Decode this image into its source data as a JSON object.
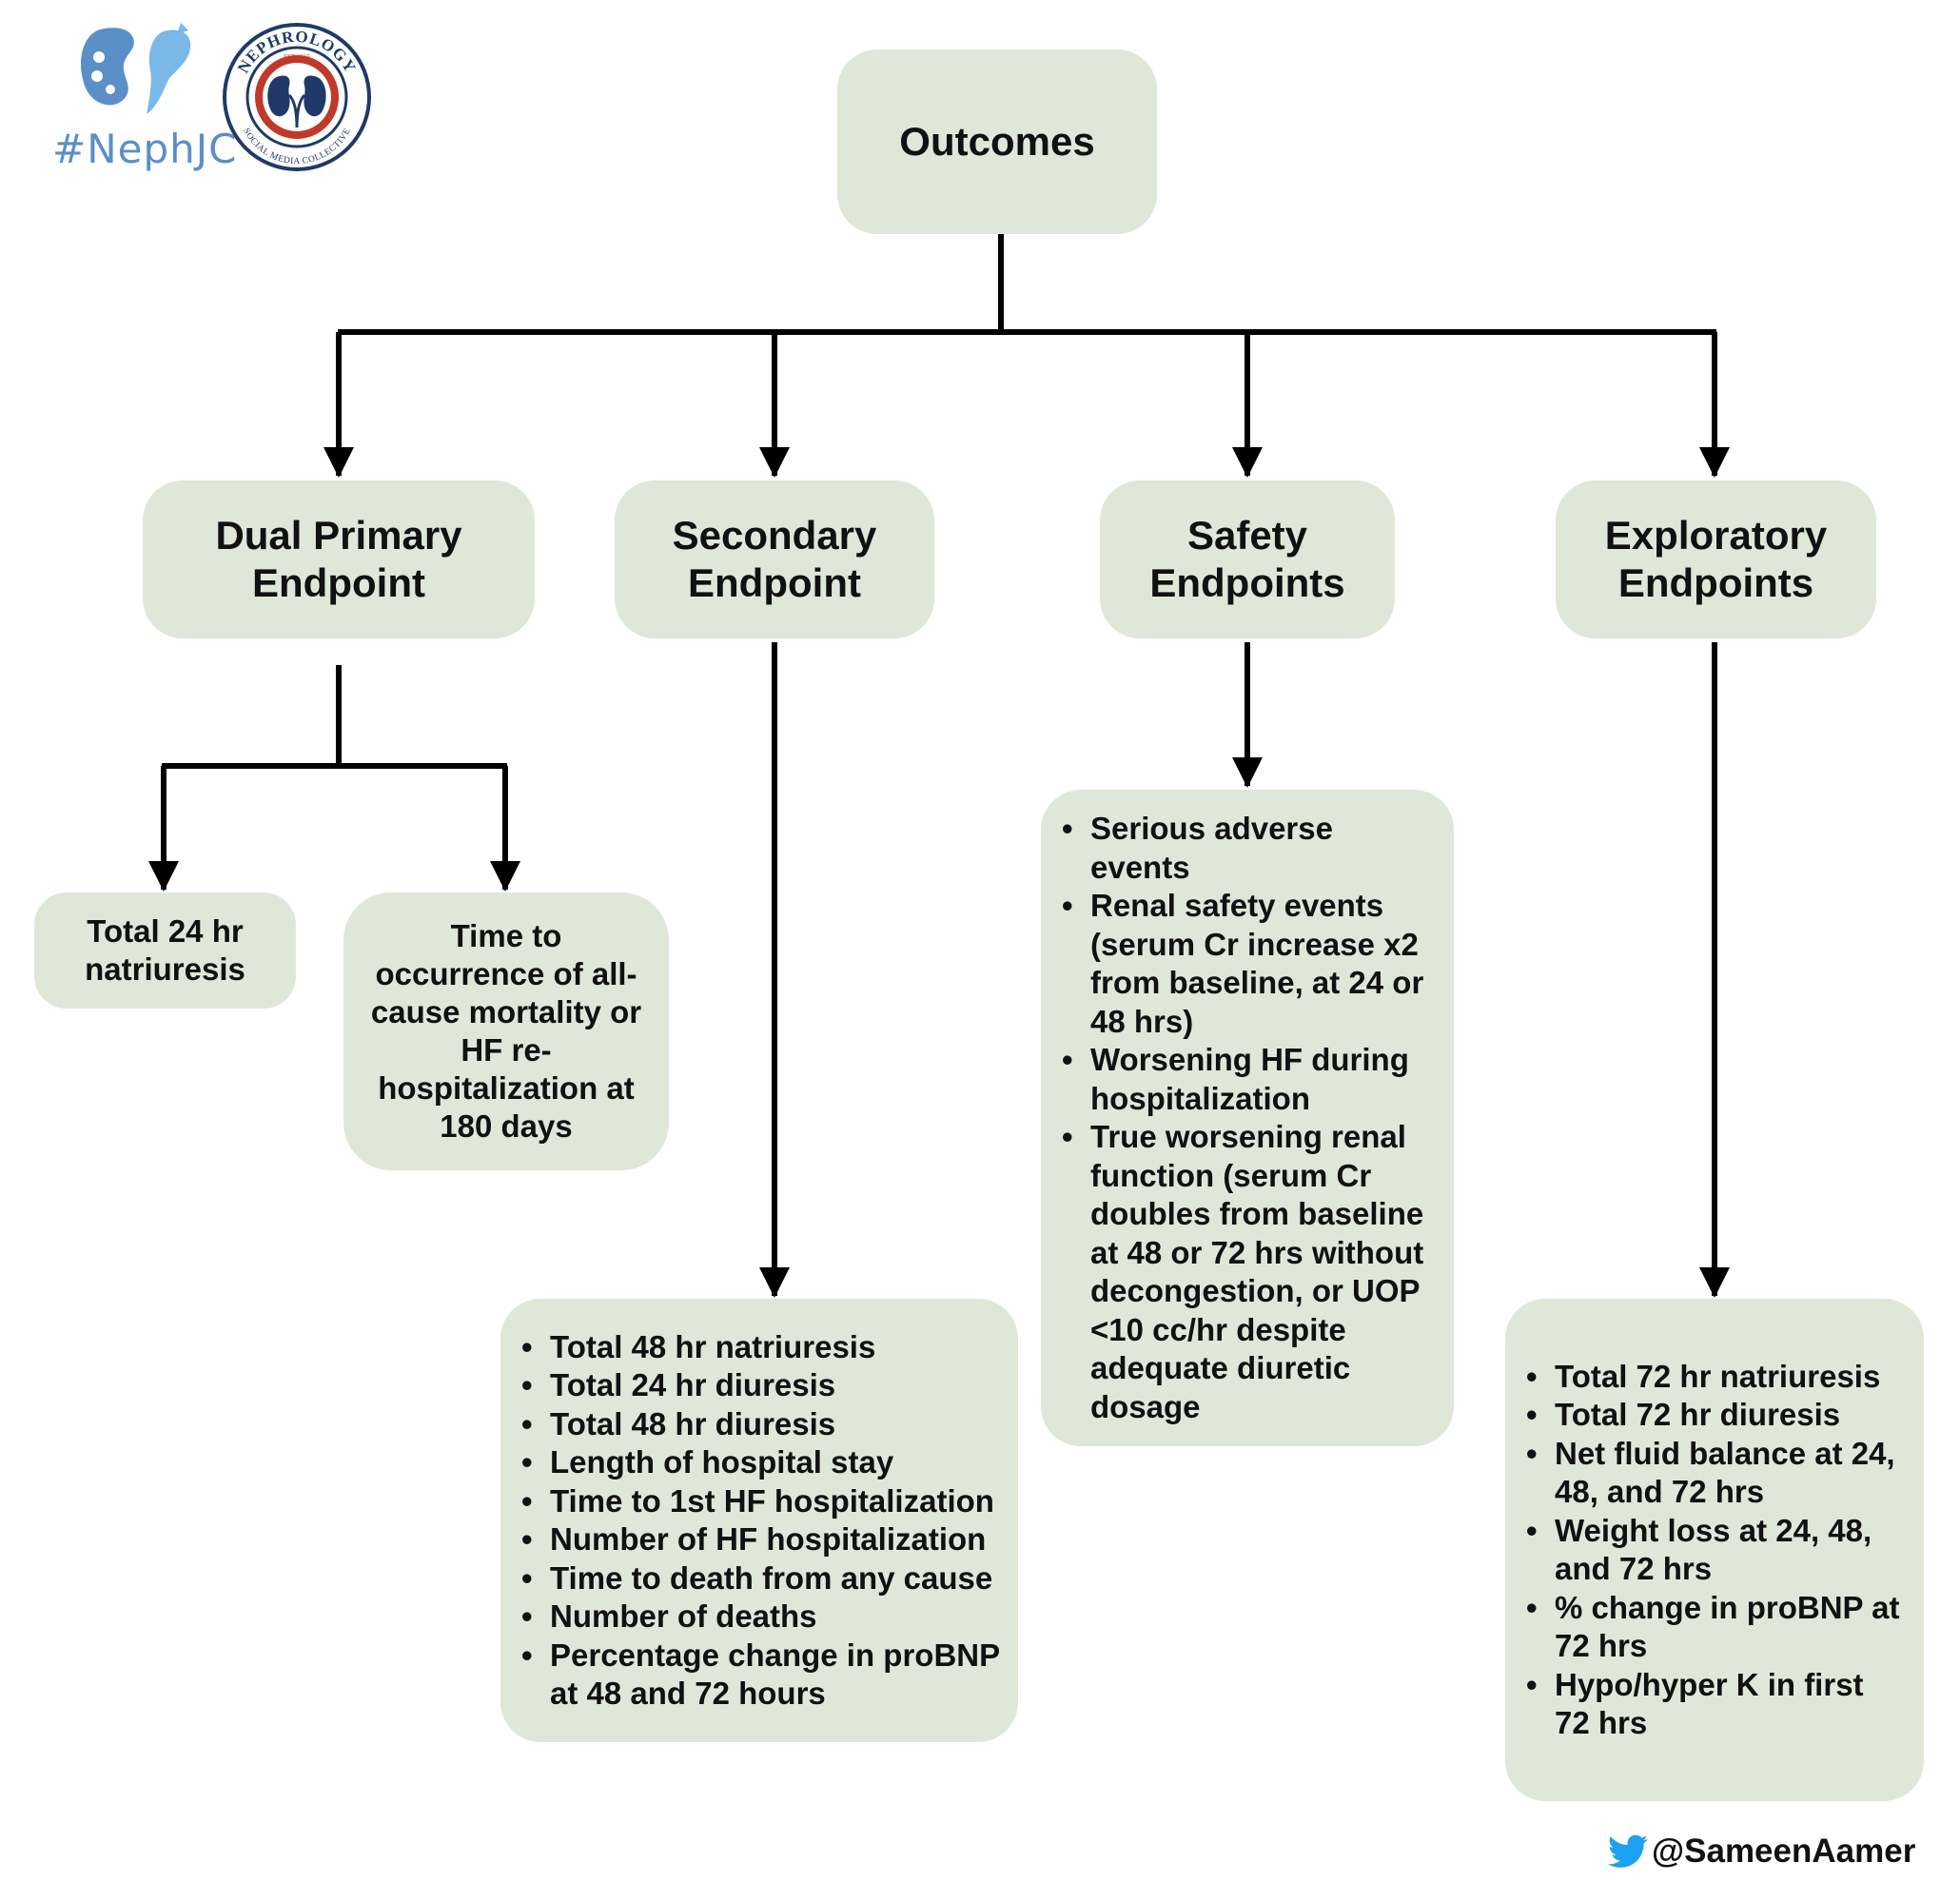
{
  "logo": {
    "hashtag": "#NephJC",
    "seal_top_text": "NEPHROLOGY",
    "seal_bottom_text": "SOCIAL MEDIA COLLECTIVE",
    "seal_est": "EST 2015",
    "accent": "#5a8fc8",
    "seal_red": "#c0392b",
    "seal_navy": "#1f3a68"
  },
  "colors": {
    "box_fill": "#dfe8d8",
    "line": "#000000"
  },
  "root": {
    "label": "Outcomes"
  },
  "categories": [
    {
      "label": "Dual Primary Endpoint"
    },
    {
      "label": "Secondary Endpoint"
    },
    {
      "label": "Safety Endpoints"
    },
    {
      "label": "Exploratory Endpoints"
    }
  ],
  "primary_leaves": [
    {
      "text": "Total 24 hr natriuresis"
    },
    {
      "text": "Time to occurrence of all-cause mortality or HF re-hospitalization at 180 days"
    }
  ],
  "secondary_items": [
    "Total 48 hr natriuresis",
    "Total 24 hr diuresis",
    "Total 48 hr diuresis",
    "Length of hospital stay",
    "Time to 1st HF hospitalization",
    "Number of HF hospitalization",
    "Time to death from any cause",
    "Number of deaths",
    "Percentage change in proBNP at 48 and 72 hours"
  ],
  "safety_items": [
    "Serious adverse events",
    "Renal safety events (serum Cr increase x2 from baseline, at 24 or 48 hrs)",
    "Worsening HF during hospitalization",
    "True worsening renal function (serum Cr doubles from baseline at 48 or 72 hrs without decongestion, or UOP <10 cc/hr despite adequate diuretic dosage"
  ],
  "exploratory_items": [
    "Total 72 hr natriuresis",
    "Total 72 hr diuresis",
    "Net fluid balance at 24, 48, and 72 hrs",
    "Weight loss at 24, 48, and 72 hrs",
    "% change in proBNP at 72 hrs",
    "Hypo/hyper K in first 72 hrs"
  ],
  "credit": {
    "handle": "@SameenAamer",
    "twitter_blue": "#1da1f2"
  }
}
